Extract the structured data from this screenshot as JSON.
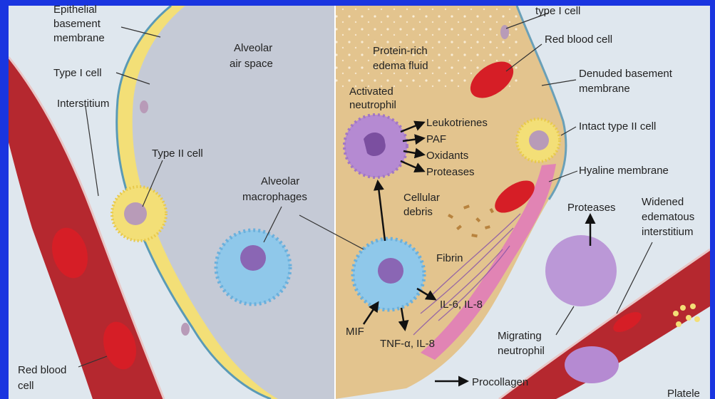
{
  "frame_color": "#1a35e0",
  "colors": {
    "air_space_normal": "#c5cad6",
    "edema_fluid": "#e3c48e",
    "interstitium": "#dfe7ee",
    "capillary": "#b5282f",
    "red_blood_cell": "#d61e26",
    "epithelium": "#f3df77",
    "neutrophil": "#b58ad2",
    "macrophage": "#8fc8ea",
    "hyaline_membrane": "#e07db8"
  },
  "labels": {
    "epithelial_basement_membrane": [
      "Epithelial",
      "basement",
      "membrane"
    ],
    "type_i_cell_left": "Type I cell",
    "interstitium": "Interstitium",
    "alveolar_air_space": [
      "Alveolar",
      "air space"
    ],
    "type_ii_cell": "Type II cell",
    "alveolar_macrophages": [
      "Alveolar",
      "macrophages"
    ],
    "red_blood_cell_left": [
      "Red blood",
      "cell"
    ],
    "protein_rich_edema_fluid": [
      "Protein-rich",
      "edema fluid"
    ],
    "activated_neutrophil": [
      "Activated",
      "neutrophil"
    ],
    "mediators": [
      "Leukotrienes",
      "PAF",
      "Oxidants",
      "Proteases"
    ],
    "cellular_debris": [
      "Cellular",
      "debris"
    ],
    "fibrin": "Fibrin",
    "il6_il8": "IL-6, IL-8",
    "tnf_il8": "TNF-α, IL-8",
    "mif": "MIF",
    "procollagen": "Procollagen",
    "necrotic_type_i_cell": "type I cell",
    "red_blood_cell_right": "Red blood cell",
    "denuded_basement_membrane": [
      "Denuded basement",
      "membrane"
    ],
    "intact_type_ii_cell": "Intact type II cell",
    "hyaline_membrane": "Hyaline membrane",
    "proteases_right": "Proteases",
    "widened_edematous_interstitium": [
      "Widened",
      "edematous",
      "interstitium"
    ],
    "migrating_neutrophil": [
      "Migrating",
      "neutrophil"
    ],
    "platelets_partial": "Platele"
  }
}
